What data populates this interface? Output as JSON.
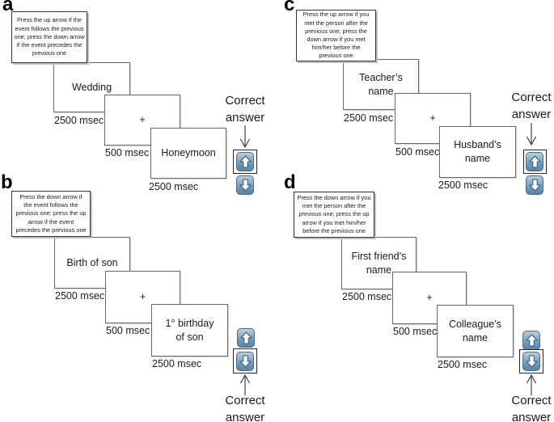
{
  "colors": {
    "key_blue": "#6a94b4",
    "key_blue_light": "#bccfde",
    "key_border": "#46698c",
    "arrow_glyph_fill": "#ffffff",
    "arrow_glyph_outline": "#2e567a",
    "card_border": "#676767",
    "instruction_border": "#333333",
    "answer_outline_border": "#262626",
    "text": "#1a1a1a"
  },
  "panels": [
    {
      "id": "a",
      "label": "a",
      "instruction_lines": [
        "Press the up arrow if the",
        "event follows the previous",
        "one; press the down arrow",
        "if the event precedes the",
        "previous one"
      ],
      "cards": [
        {
          "lines": [
            "Wedding"
          ],
          "duration": "2500 msec"
        },
        {
          "lines": [
            "+"
          ],
          "duration": "500 msec"
        },
        {
          "lines": [
            "Honeymoon"
          ],
          "duration": "2500 msec"
        }
      ],
      "correct_answer_lines": [
        "Correct",
        "answer"
      ],
      "correct_key": "up"
    },
    {
      "id": "b",
      "label": "b",
      "instruction_lines": [
        "Press the down arrow if",
        "the event follows the",
        "previous one; press the up",
        "arrow if the event",
        "precedes the previous one"
      ],
      "cards": [
        {
          "lines": [
            "Birth of son"
          ],
          "duration": "2500 msec"
        },
        {
          "lines": [
            "+"
          ],
          "duration": "500 msec"
        },
        {
          "lines": [
            "1° birthday",
            "of son"
          ],
          "duration": "2500 msec"
        }
      ],
      "correct_answer_lines": [
        "Correct",
        "answer"
      ],
      "correct_key": "down"
    },
    {
      "id": "c",
      "label": "c",
      "instruction_lines": [
        "Press the up arrow if you",
        "met the person after the",
        "previous one; press the",
        "down arrow if you met",
        "him/her before the",
        "previous one"
      ],
      "cards": [
        {
          "lines": [
            "Teacher’s",
            "name"
          ],
          "duration": "2500 msec"
        },
        {
          "lines": [
            "+"
          ],
          "duration": "500 msec"
        },
        {
          "lines": [
            "Husband’s",
            "name"
          ],
          "duration": "2500 msec"
        }
      ],
      "correct_answer_lines": [
        "Correct",
        "answer"
      ],
      "correct_key": "up"
    },
    {
      "id": "d",
      "label": "d",
      "instruction_lines": [
        "Press the down arrow if you",
        "met the person after the",
        "previous one; press the up",
        "arrow if you met him/her",
        "before the previous one"
      ],
      "cards": [
        {
          "lines": [
            "First friend’s",
            "name"
          ],
          "duration": "2500 msec"
        },
        {
          "lines": [
            "+"
          ],
          "duration": "500 msec"
        },
        {
          "lines": [
            "Colleague’s",
            "name"
          ],
          "duration": "2500 msec"
        }
      ],
      "correct_answer_lines": [
        "Correct",
        "answer"
      ],
      "correct_key": "down"
    }
  ]
}
